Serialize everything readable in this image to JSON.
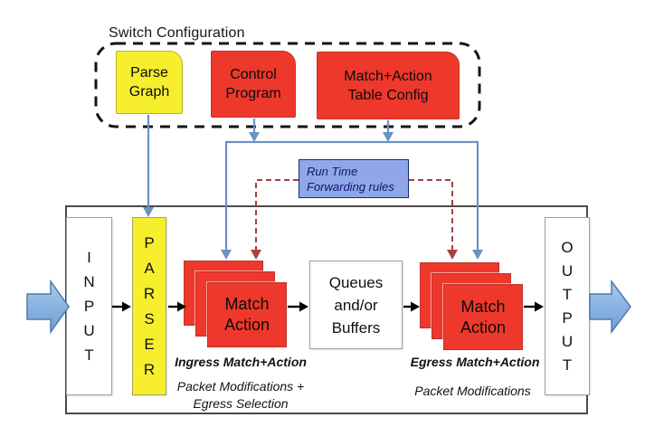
{
  "title": "Switch Configuration",
  "config_plane": {
    "parse_graph": "Parse\nGraph",
    "control_program": "Control\nProgram",
    "table_config": "Match+Action\nTable Config"
  },
  "runtime_box": {
    "label": "Run Time\nForwarding rules"
  },
  "pipeline": {
    "input": "I\nN\nP\nU\nT",
    "parser": "P\nA\nR\nS\nE\nR",
    "ingress_match_action": "Match\nAction",
    "queues": "Queues\nand/or\nBuffers",
    "egress_match_action": "Match\nAction",
    "output": "O\nU\nT\nP\nU\nT"
  },
  "annotations": {
    "ingress_title": "Ingress Match+Action",
    "ingress_subtitle": "Packet Modifications +\nEgress Selection",
    "egress_title": "Egress Match+Action",
    "egress_subtitle": "Packet Modifications"
  },
  "colors": {
    "box_red": "#ee382b",
    "box_yellow": "#f7ee2e",
    "runtime_fill": "#8fa7e8",
    "runtime_text": "#14146e",
    "config_flow_blue": "#6a92c2",
    "runtime_rule_red": "#a64040",
    "packet_flow_black": "#000000",
    "fat_arrow_blue": "#86b1e0"
  }
}
